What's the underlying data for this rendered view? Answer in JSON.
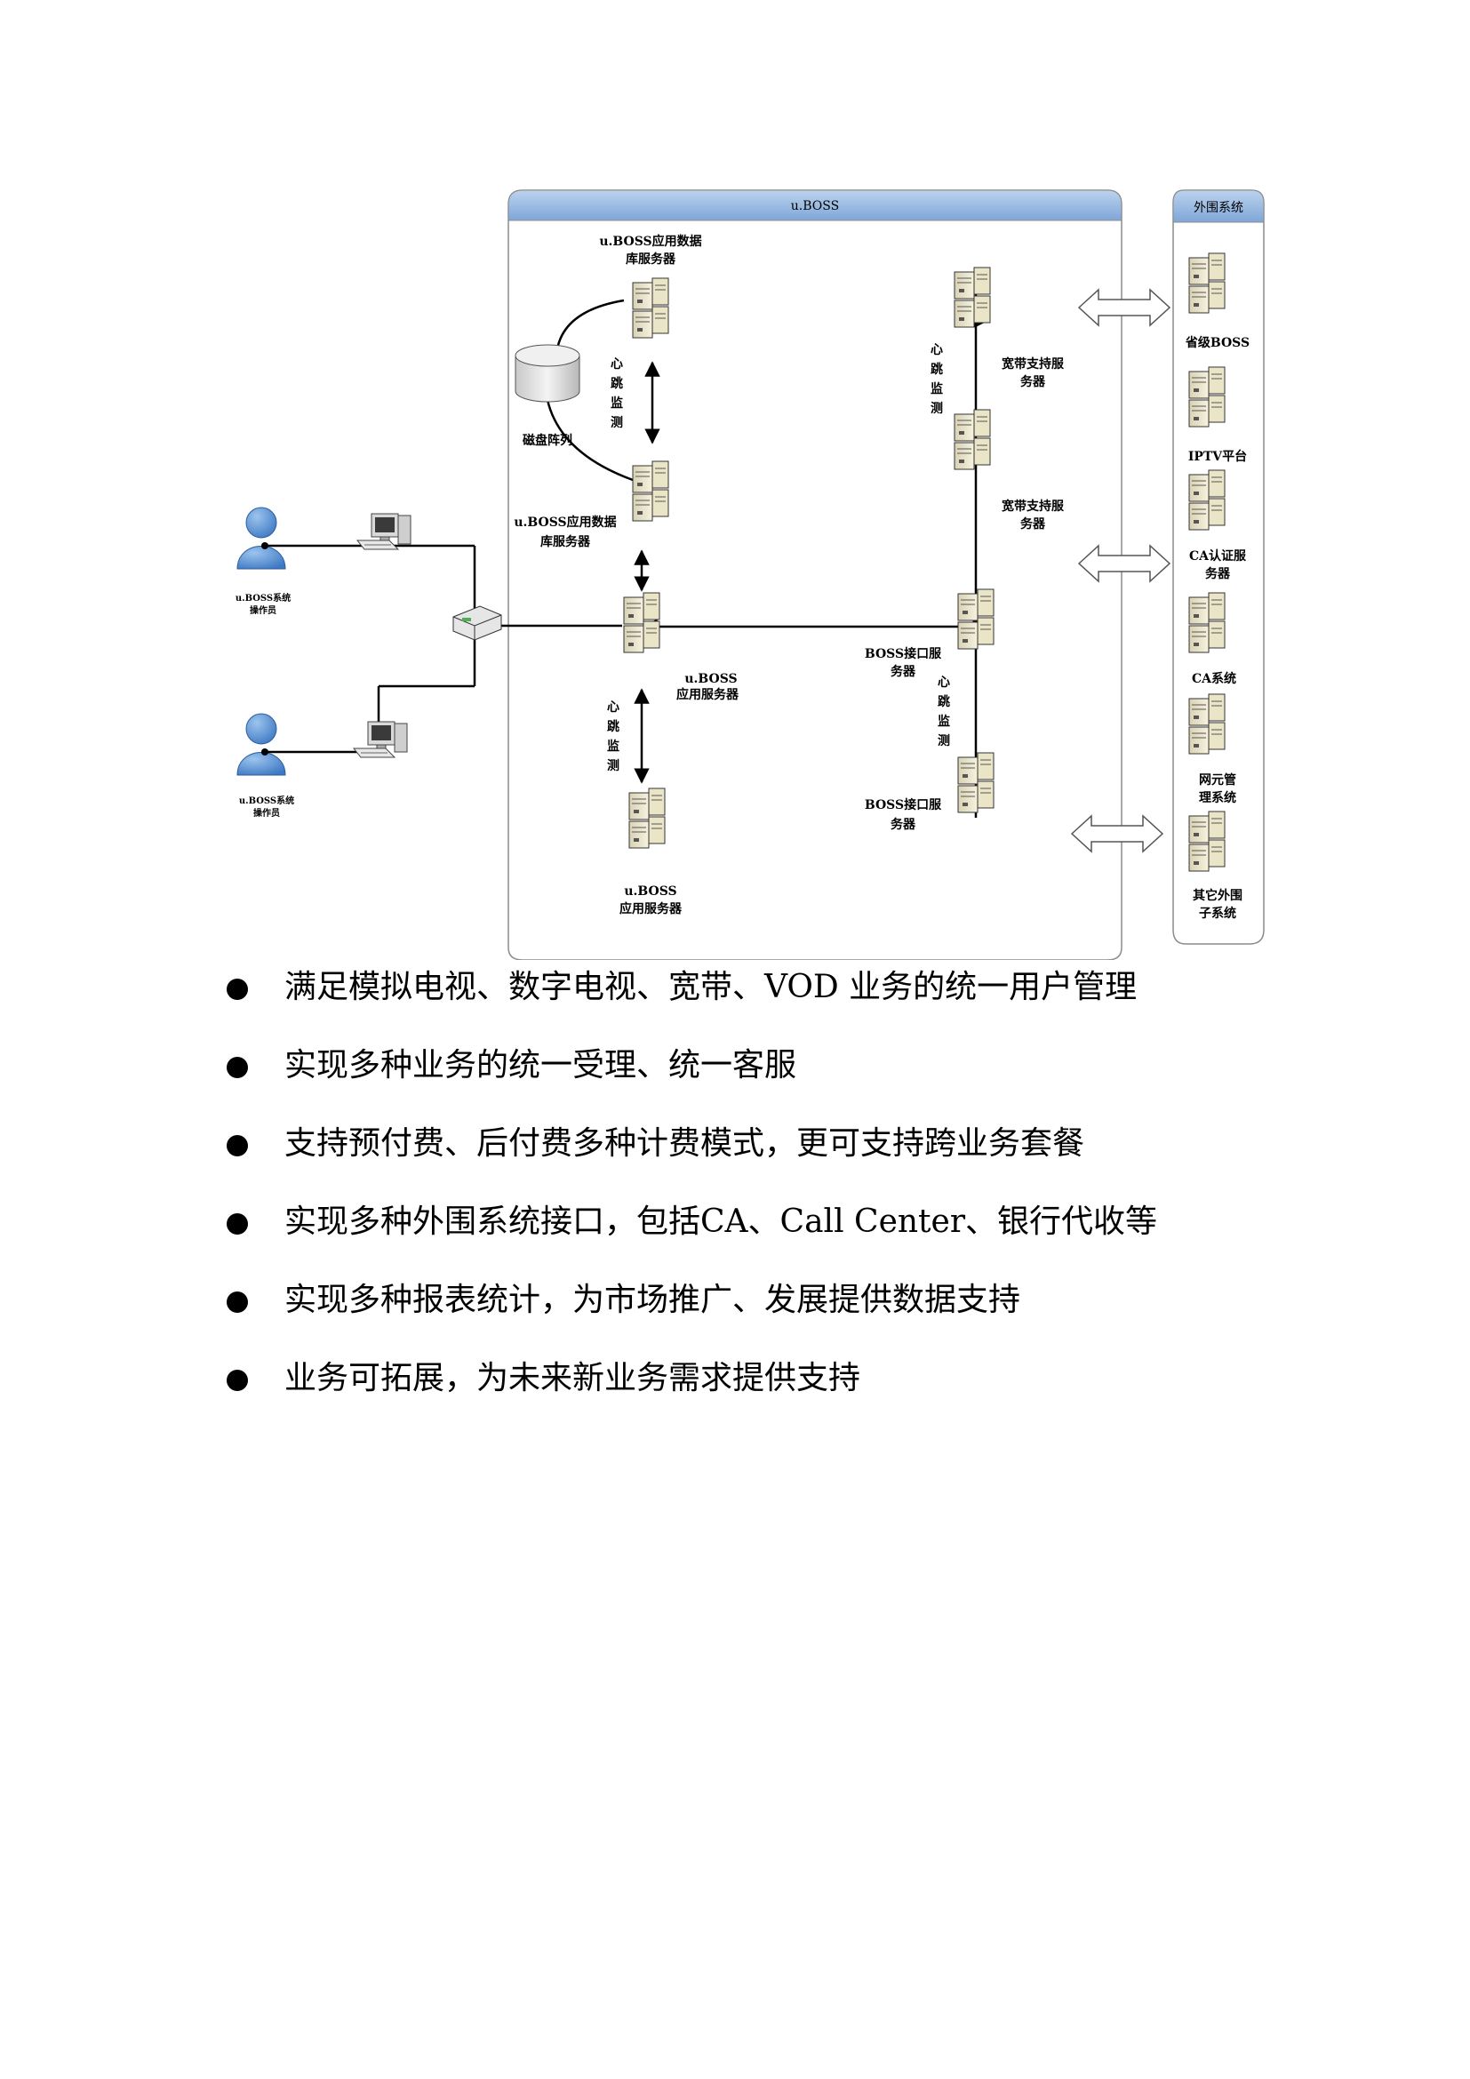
{
  "diagram": {
    "uboss_title": "u.BOSS",
    "external_title": "外围系统",
    "operator_label_1": "u.BOSS系统",
    "operator_label_2": "操作员",
    "db_server_top_1": "u.BOSS应用数据",
    "db_server_top_2": "库服务器",
    "db_server_bottom_1": "u.BOSS应用数据",
    "db_server_bottom_2": "库服务器",
    "disk_array": "磁盘阵列",
    "heartbeat_chars": [
      "心",
      "跳",
      "监",
      "测"
    ],
    "app_server_1_1": "u.BOSS",
    "app_server_1_2": "应用服务器",
    "app_server_2_1": "u.BOSS",
    "app_server_2_2": "应用服务器",
    "broadband_1_1": "宽带支持服",
    "broadband_1_2": "务器",
    "broadband_2_1": "宽带支持服",
    "broadband_2_2": "务器",
    "interface_1_1": "BOSS接口服",
    "interface_1_2": "务器",
    "interface_2_1": "BOSS接口服",
    "interface_2_2": "务器",
    "ext_items": [
      [
        "省级BOSS"
      ],
      [
        "IPTV平台"
      ],
      [
        "CA认证服",
        "务器"
      ],
      [
        "CA系统"
      ],
      [
        "网元管",
        "理系统"
      ],
      [
        "其它外围",
        "子系统"
      ]
    ]
  },
  "bullets": [
    "满足模拟电视、数字电视、宽带、VOD 业务的统一用户管理",
    "实现多种业务的统一受理、统一客服",
    "支持预付费、后付费多种计费模式，更可支持跨业务套餐",
    "实现多种外围系统接口，包括CA、Call Center、银行代收等",
    "实现多种报表统计，为市场推广、发展提供数据支持",
    "业务可拓展，为未来新业务需求提供支持"
  ]
}
